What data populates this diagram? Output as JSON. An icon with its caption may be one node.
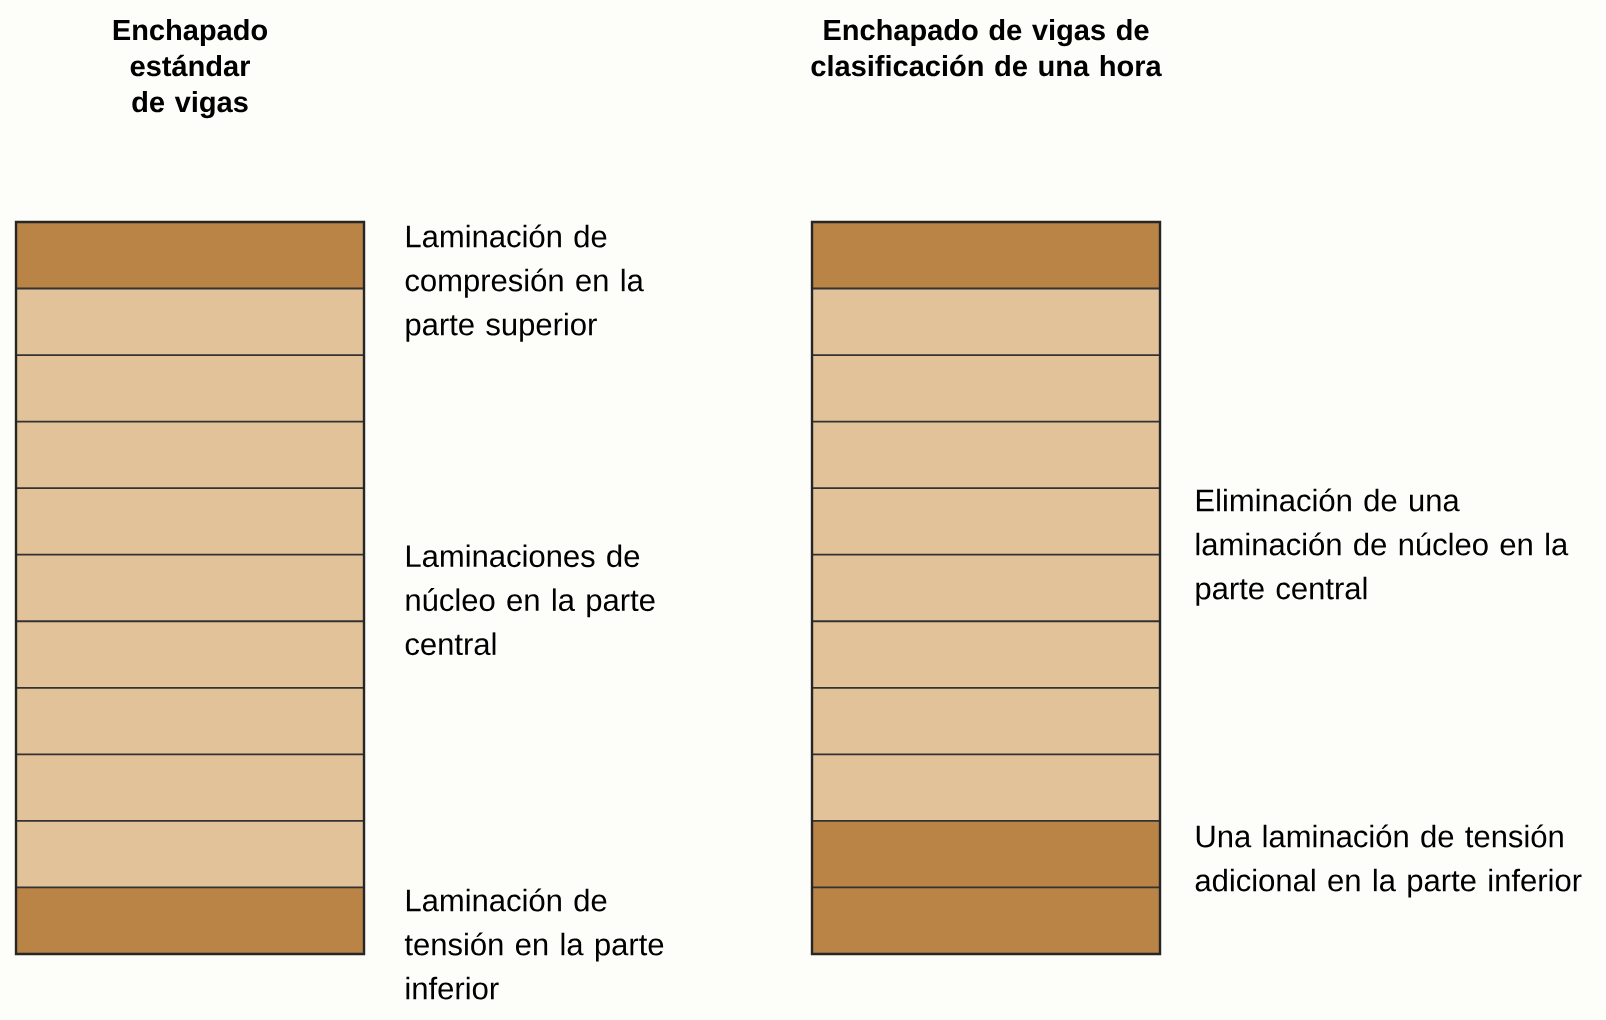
{
  "diagram": {
    "nodes": [
      {
        "text": [
          "Enchapado estándar de vigas"
        ],
        "beside": [
          "Laminación de compresión en la parte superior",
          "Laminaciones de núcleo en la parte central",
          "Laminación de tensión en la parte inferior"
        ]
      },
      {
        "text": [
          "Enchapado de vigas de clasificación de una hora"
        ],
        "beside": [
          "Eliminación de una laminación de núcleo en la parte central",
          "Una laminación de tensión adicional en la parte inferior"
        ]
      }
    ]
  }
}
